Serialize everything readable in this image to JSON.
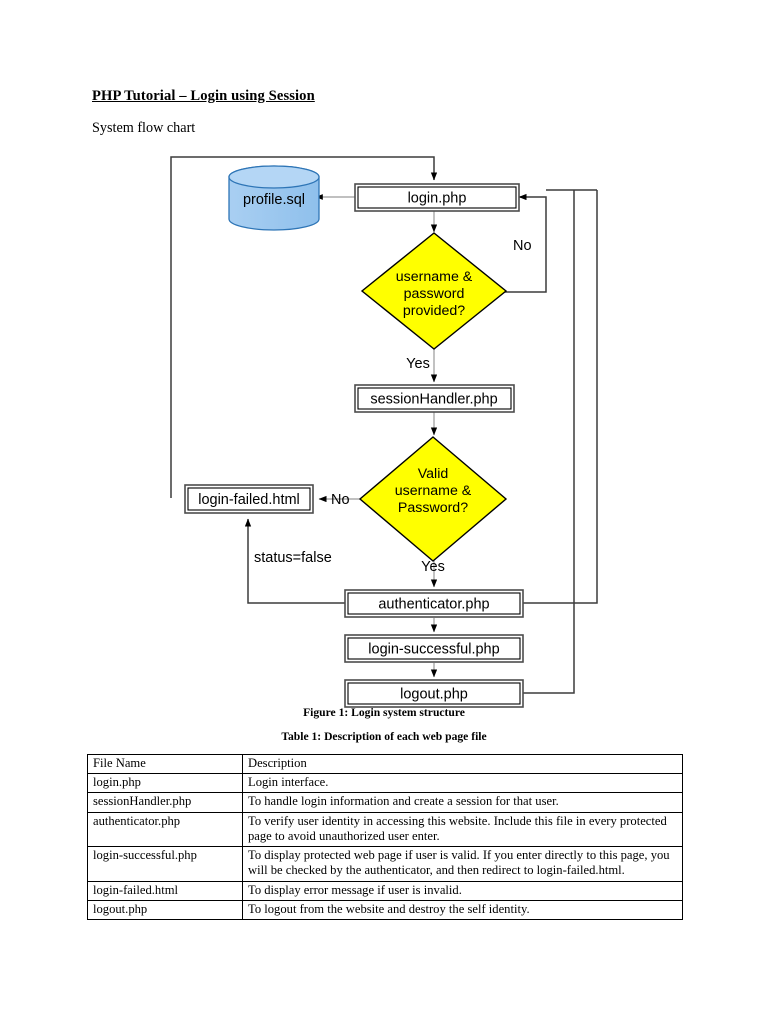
{
  "document": {
    "title": "PHP Tutorial – Login using Session",
    "subtitle": "System flow chart"
  },
  "flowchart": {
    "nodes": {
      "database": {
        "label": "profile.sql",
        "shape": "cylinder",
        "fill": "#9dc8ef",
        "stroke": "#2e75b6"
      },
      "login": {
        "label": "login.php",
        "shape": "process",
        "fill": "#ffffff"
      },
      "decision1_line1": "username &",
      "decision1_line2": "password",
      "decision1_line3": "provided?",
      "session_handler": {
        "label": "sessionHandler.php",
        "shape": "process",
        "fill": "#ffffff"
      },
      "decision2_line1": "Valid",
      "decision2_line2": "username &",
      "decision2_line3": "Password?",
      "login_failed": {
        "label": "login-failed.html",
        "shape": "process",
        "fill": "#ffffff"
      },
      "authenticator": {
        "label": "authenticator.php",
        "shape": "process",
        "fill": "#ffffff"
      },
      "login_successful": {
        "label": "login-successful.php",
        "shape": "process",
        "fill": "#ffffff"
      },
      "logout": {
        "label": "logout.php",
        "shape": "process",
        "fill": "#ffffff"
      }
    },
    "edge_labels": {
      "no_top": "No",
      "yes_top": "Yes",
      "no_mid": "No",
      "yes_mid": "Yes",
      "status_false": "status=false"
    },
    "colors": {
      "decision_fill": "#ffff00",
      "decision_stroke": "#000000",
      "box_stroke": "#4d4d4d",
      "connector": "#3c3c3c"
    }
  },
  "figure_caption": "Figure 1: Login system structure",
  "table": {
    "caption": "Table 1: Description of each web page file",
    "headers": [
      "File Name",
      "Description"
    ],
    "rows": [
      {
        "file": "login.php",
        "description": "Login interface."
      },
      {
        "file": "sessionHandler.php",
        "description": "To handle login information and create a session for that user."
      },
      {
        "file": "authenticator.php",
        "description": "To verify user identity in accessing this website. Include this file in every protected page to avoid unauthorized user enter."
      },
      {
        "file": "login-successful.php",
        "description": "To display protected web page if user is valid. If you enter directly to this page, you will be checked by the authenticator, and then redirect to login-failed.html."
      },
      {
        "file": "login-failed.html",
        "description": "To display error message if user is invalid."
      },
      {
        "file": "logout.php",
        "description": "To logout from the website and destroy the self identity."
      }
    ]
  }
}
